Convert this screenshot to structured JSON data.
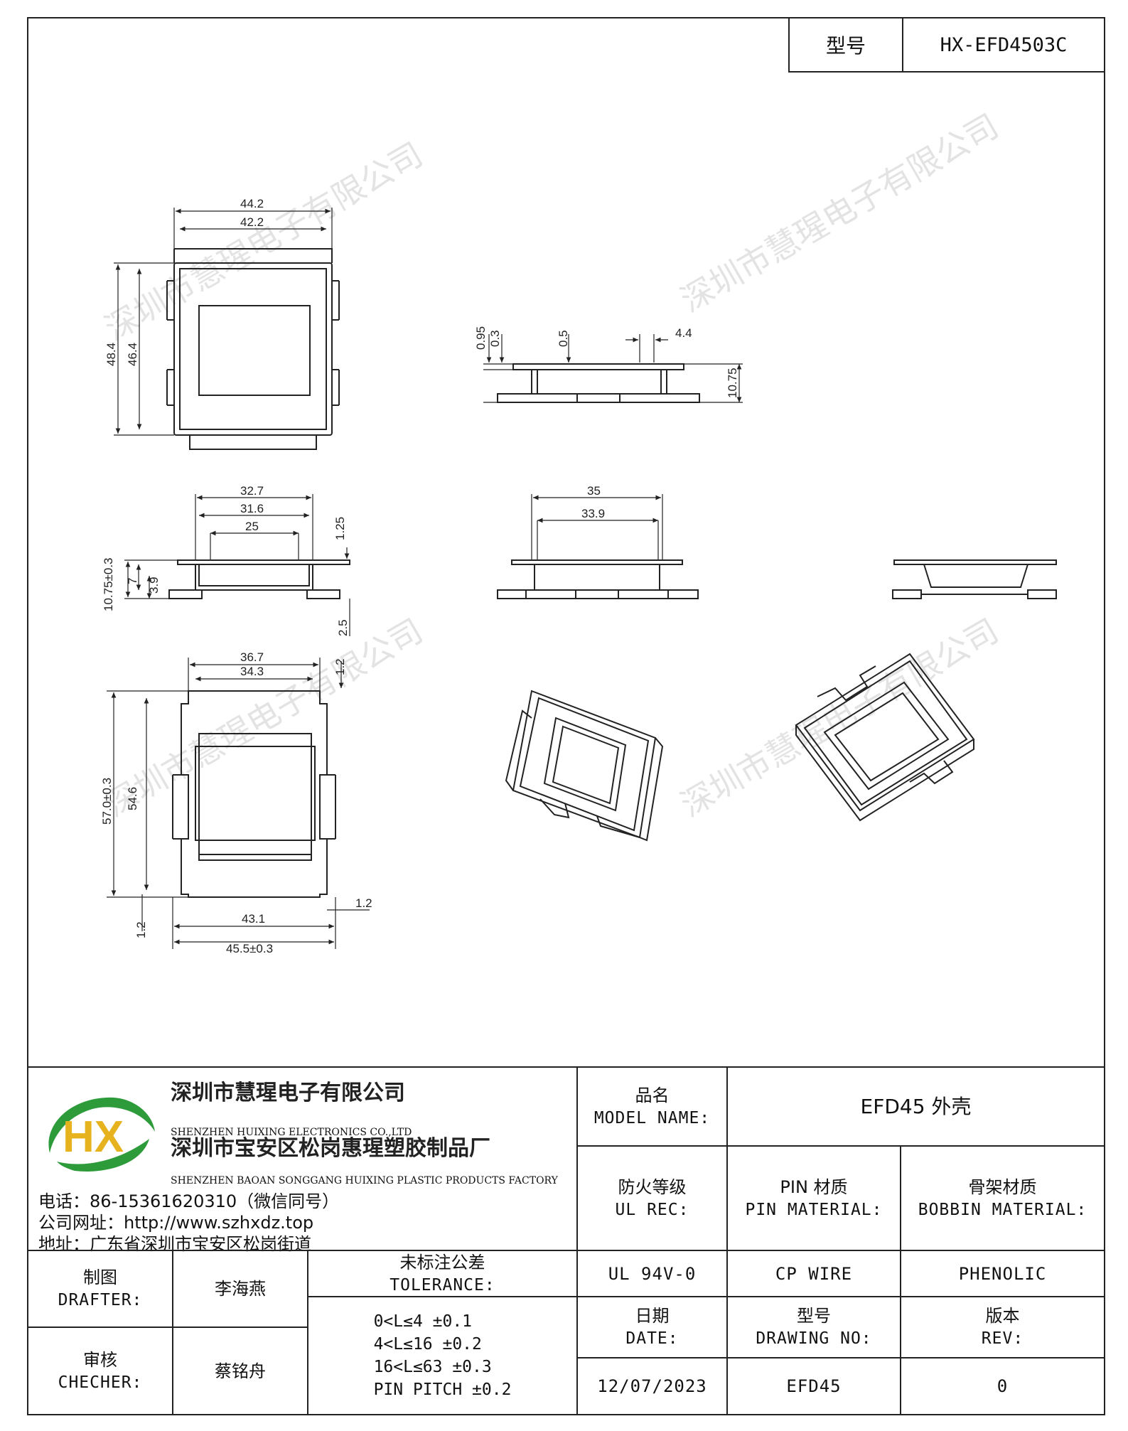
{
  "header": {
    "model_label": "型号",
    "model_value": "HX-EFD4503C"
  },
  "watermark": "深圳市慧瑆电子有限公司",
  "dims": {
    "top": {
      "w_outer": "44.2",
      "w_inner": "42.2",
      "h_outer": "48.4",
      "h_inner": "46.4"
    },
    "side_top": {
      "a": "0.95",
      "b": "0.3",
      "c": "0.5",
      "d": "4.4",
      "h": "10.75"
    },
    "front": {
      "w1": "32.7",
      "w2": "31.6",
      "w3": "25",
      "h_total": "10.75±0.3",
      "h1": "7",
      "h2": "3.9",
      "t1": "1.25",
      "t2": "2.5"
    },
    "side": {
      "w1": "35",
      "w2": "33.9"
    },
    "bottom": {
      "w1": "36.7",
      "w2": "34.3",
      "h_outer": "57.0±0.3",
      "h_inner": "54.6",
      "w3": "43.1",
      "w4": "45.5±0.3",
      "t1": "1.2",
      "t2": "1.2",
      "t3": "1.2"
    }
  },
  "company": {
    "name_cn": "深圳市慧瑆电子有限公司",
    "name_en": "SHENZHEN HUIXING ELECTRONICS CO.,LTD",
    "factory_cn": "深圳市宝安区松岗惠瑆塑胶制品厂",
    "factory_en": "SHENZHEN BAOAN SONGGANG HUIXING PLASTIC PRODUCTS FACTORY",
    "phone": "电话：86-15361620310（微信同号）",
    "website": "公司网址：http://www.szhxdz.top",
    "address": "地址：广东省深圳市宝安区松岗街道",
    "logo_text": "HX"
  },
  "titleblock": {
    "model_name_label_cn": "品名",
    "model_name_label_en": "MODEL NAME:",
    "model_name": "EFD45 外壳",
    "fire_label_cn": "防火等级",
    "fire_label_en": "UL REC:",
    "pin_label_cn": "PIN 材质",
    "pin_label_en": "PIN MATERIAL:",
    "bobbin_label_cn": "骨架材质",
    "bobbin_label_en": "BOBBIN MATERIAL:",
    "fire_value": "UL 94V-0",
    "pin_value": "CP WIRE",
    "bobbin_value": "PHENOLIC",
    "drafter_label_cn": "制图",
    "drafter_label_en": "DRAFTER:",
    "drafter": "李海燕",
    "checker_label_cn": "审核",
    "checker_label_en": "CHECHER:",
    "checker": "蔡铭舟",
    "tol_label_cn": "未标注公差",
    "tol_label_en": "TOLERANCE:",
    "tolerances": [
      "0<L≤4   ±0.1",
      "4<L≤16  ±0.2",
      "16<L≤63 ±0.3",
      "PIN PITCH ±0.2"
    ],
    "date_label_cn": "日期",
    "date_label_en": "DATE:",
    "date": "12/07/2023",
    "drawing_label_cn": "型号",
    "drawing_label_en": "DRAWING NO:",
    "drawing_no": "EFD45",
    "rev_label_cn": "版本",
    "rev_label_en": "REV:",
    "rev": "0"
  }
}
